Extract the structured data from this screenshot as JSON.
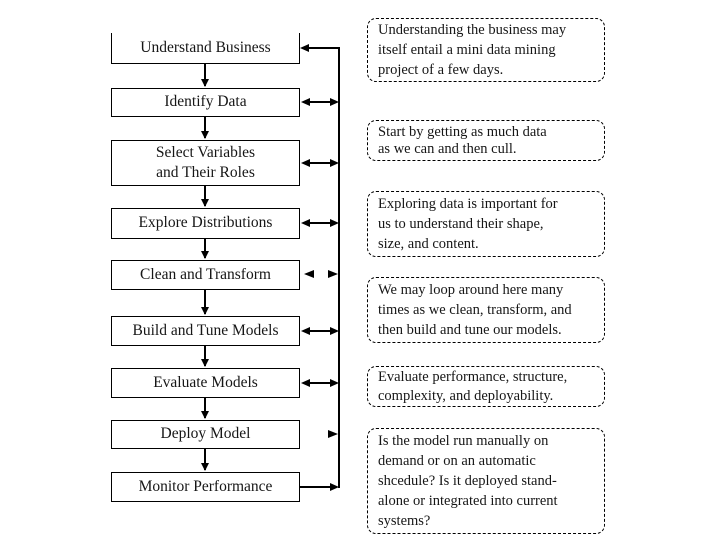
{
  "colors": {
    "background": "#ffffff",
    "line": "#000000",
    "ink": "#161616"
  },
  "flowchart": {
    "steps": [
      {
        "label": "Understand Business"
      },
      {
        "label": "Identify Data"
      },
      {
        "label": "Select Variables\nand Their Roles"
      },
      {
        "label": "Explore Distributions"
      },
      {
        "label": "Clean and Transform"
      },
      {
        "label": "Build and Tune Models"
      },
      {
        "label": "Evaluate Models"
      },
      {
        "label": "Deploy Model"
      },
      {
        "label": "Monitor Performance"
      }
    ],
    "notes": [
      {
        "text": "Understanding the business may\nitself entail a mini data mining\nproject of a few days."
      },
      {
        "text": "Start by getting as much data\nas we can and then cull."
      },
      {
        "text": "Exploring data is important for\nus to understand their shape,\nsize, and content."
      },
      {
        "text": "We may loop around here many\ntimes as we clean, transform, and\nthen build and tune our models."
      },
      {
        "text": "Evaluate performance, structure,\ncomplexity, and deployability."
      },
      {
        "text": "Is the model run manually on\ndemand or on an automatic\nshcedule?  Is it deployed stand-\nalone or integrated into current\nsystems?"
      }
    ]
  }
}
